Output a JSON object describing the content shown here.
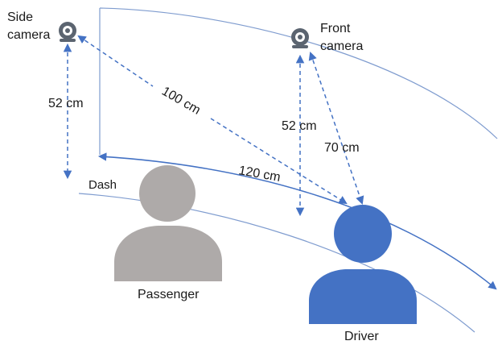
{
  "cameras": {
    "side": {
      "line1": "Side",
      "line2": "camera",
      "icon": "webcam-icon"
    },
    "front": {
      "line1": "Front",
      "line2": "camera",
      "icon": "webcam-icon"
    }
  },
  "labels": {
    "dash": "Dash",
    "passenger": "Passenger",
    "driver": "Driver"
  },
  "distances": {
    "side_vertical": "52 cm",
    "side_to_driver": "100 cm",
    "front_vertical": "52 cm",
    "front_to_driver": "70 cm",
    "side_to_front_arc": "120 cm"
  },
  "colors": {
    "accent_blue": "#4472c4",
    "passenger_gray": "#aeaaa9",
    "camera_gray": "#5b6470"
  }
}
